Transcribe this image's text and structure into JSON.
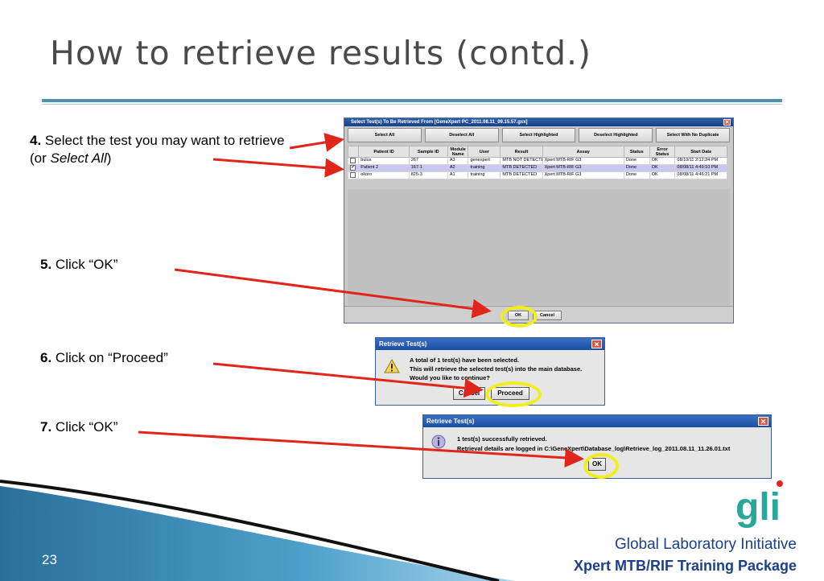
{
  "slide": {
    "title": "How to retrieve results (contd.)",
    "page_number": "23",
    "footer_org": "Global Laboratory Initiative",
    "footer_package": "Xpert MTB/RIF Training Package"
  },
  "steps": {
    "s4_num": "4.",
    "s4_text_a": " Select the test you may want to retrieve (or ",
    "s4_text_em": "Select All",
    "s4_text_b": ")",
    "s5_num": "5.",
    "s5_text": " Click “OK”",
    "s6_num": "6.",
    "s6_text": " Click on “Proceed”",
    "s7_num": "7.",
    "s7_text": " Click “OK”"
  },
  "main_window": {
    "title": "Select Test(s) To Be Retrieved From [GeneXpert PC_2011.08.11_09.15.57.gxx]",
    "buttons": [
      "Select All",
      "Deselect All",
      "Select Highlighted",
      "Deselect Highlighted",
      "Select With No Duplicate"
    ],
    "columns": [
      "",
      "Patient ID",
      "Sample ID",
      "Module Name",
      "User",
      "Result",
      "Assay",
      "Status",
      "Error Status",
      "Start Date"
    ],
    "rows": [
      {
        "checked": "",
        "patient": "bulus",
        "sample": "267",
        "module": "A3",
        "user": "genexpert",
        "result": "MTB NOT DETECTED",
        "assay": "Xpert MTB-RIF G3",
        "status": "Done",
        "error": "OK",
        "date": "08/10/11 2:12:24 PM"
      },
      {
        "checked": "✔",
        "patient": "Patient 2",
        "sample": "167-1",
        "module": "A2",
        "user": "training",
        "result": "MTB DETECTED",
        "assay": "Xpert MTB-RIF G3",
        "status": "Done",
        "error": "OK",
        "date": "08/08/11 4:49:10 PM"
      },
      {
        "checked": "",
        "patient": "okoro",
        "sample": "825-3",
        "module": "A1",
        "user": "training",
        "result": "MTB DETECTED",
        "assay": "Xpert MTB-RIF G3",
        "status": "Done",
        "error": "OK",
        "date": "08/08/11 4:46:21 PM"
      }
    ],
    "ok_label": "OK",
    "cancel_label": "Cancel",
    "close_glyph": "✕"
  },
  "dialog_proceed": {
    "title": "Retrieve Test(s)",
    "line1": "A total of 1 test(s) have been selected.",
    "line2": "This will retrieve the selected test(s) into the main database.",
    "line3": "Would you like to continue?",
    "cancel_label": "Cancel",
    "proceed_label": "Proceed",
    "icon": "warning-icon",
    "close_glyph": "✕"
  },
  "dialog_done": {
    "title": "Retrieve Test(s)",
    "line1": "1 test(s) successfully retrieved.",
    "line2": "Retrieval details are logged in C:\\GeneXpert\\Database_log\\Retrieve_log_2011.08.11_11.26.01.txt",
    "ok_label": "OK",
    "icon": "info-icon",
    "close_glyph": "✕"
  },
  "colors": {
    "arrow": "#e0261b",
    "highlight_ring": "#f2ee1c",
    "footer_text": "#1b3f8b",
    "rule": "#4f8fb3"
  },
  "logo": {
    "text": "gli"
  }
}
